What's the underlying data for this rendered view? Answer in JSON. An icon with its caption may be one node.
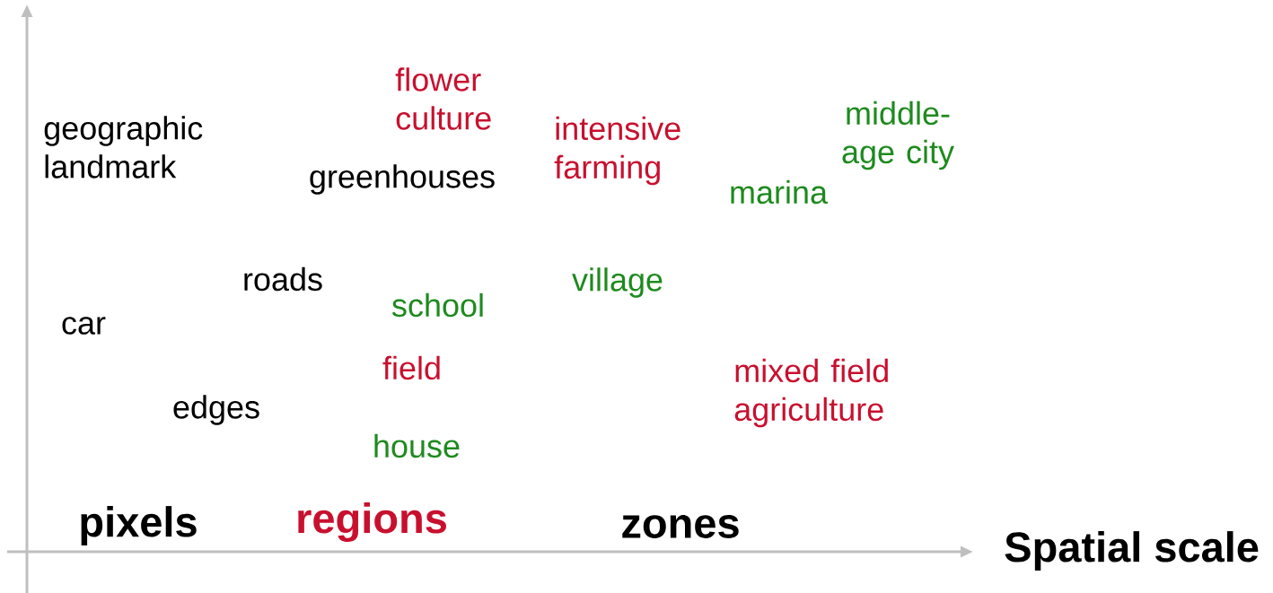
{
  "diagram": {
    "labels": [
      "flower culture",
      "middle-age city",
      "geographic landmark",
      "intensive farming",
      "greenhouses",
      "marina",
      "roads",
      "village",
      "school",
      "car",
      "field",
      "mixed field agriculture",
      "edges",
      "house",
      "regions",
      "pixels",
      "zones",
      "Spatial scale"
    ]
  }
}
